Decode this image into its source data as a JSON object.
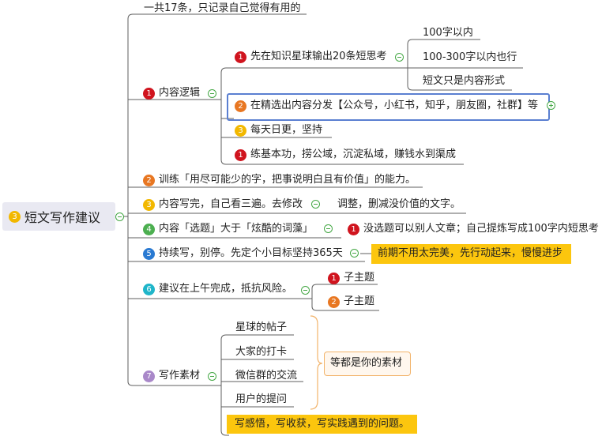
{
  "root": {
    "badge": "3",
    "label": "短文写作建议"
  },
  "top_note": "一共17条，只记录自己觉得有用的",
  "b1": {
    "badge": "1",
    "label": "内容逻辑",
    "c1": {
      "badge": "1",
      "label": "先在知识星球输出20条短思考",
      "leaves": [
        "100字以内",
        "100-300字以内也行",
        "短文只是内容形式"
      ]
    },
    "c2": {
      "badge": "2",
      "label": "在精选出内容分发【公众号，小红书，知乎，朋友圈，社群】等"
    },
    "c3": {
      "badge": "3",
      "label": "每天日更，坚持"
    },
    "c4": {
      "badge": "1",
      "label": "练基本功，捞公域，沉淀私域，赚钱水到渠成"
    }
  },
  "b2": {
    "badge": "2",
    "label": "训练「用尽可能少的字，把事说明白且有价值」的能力。"
  },
  "b3": {
    "badge": "3",
    "label": "内容写完，自己看三遍。去修改",
    "child": "调整，删减没价值的文字。"
  },
  "b4": {
    "badge": "4",
    "label": "内容「选题」大于「炫酷的词藻」",
    "child_badge": "1",
    "child": "没选题可以别人文章；自己提炼写成100字内短思考"
  },
  "b5": {
    "badge": "5",
    "label": "持续写，别停。先定个小目标坚持365天",
    "child": "前期不用太完美，先行动起来，慢慢进步"
  },
  "b6": {
    "badge": "6",
    "label": "建议在上午完成，抵抗风险。",
    "children": [
      {
        "badge": "1",
        "label": "子主题"
      },
      {
        "badge": "2",
        "label": "子主题"
      }
    ]
  },
  "b7": {
    "badge": "7",
    "label": "写作素材",
    "items": [
      "星球的帖子",
      "大家的打卡",
      "微信群的交流",
      "用户的提问"
    ],
    "summary": "等都是你的素材",
    "note": "写感悟，写收获，写实践遇到的问题。"
  }
}
